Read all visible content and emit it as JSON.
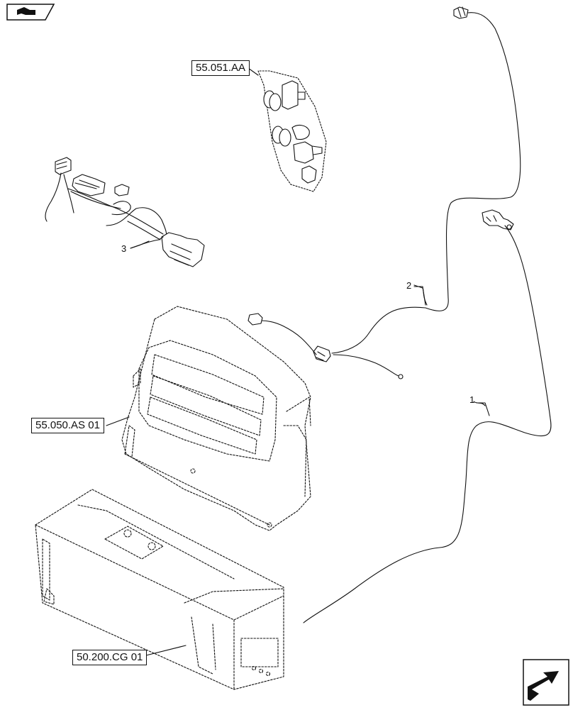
{
  "references": {
    "ref_top": "55.051.AA",
    "ref_mid": "55.050.AS 01",
    "ref_bottom": "50.200.CG 01"
  },
  "callouts": {
    "item_1": "1",
    "item_2": "2",
    "item_3": "3"
  },
  "nav": {
    "prev_icon": "previous-page-icon",
    "next_icon": "next-page-icon"
  }
}
